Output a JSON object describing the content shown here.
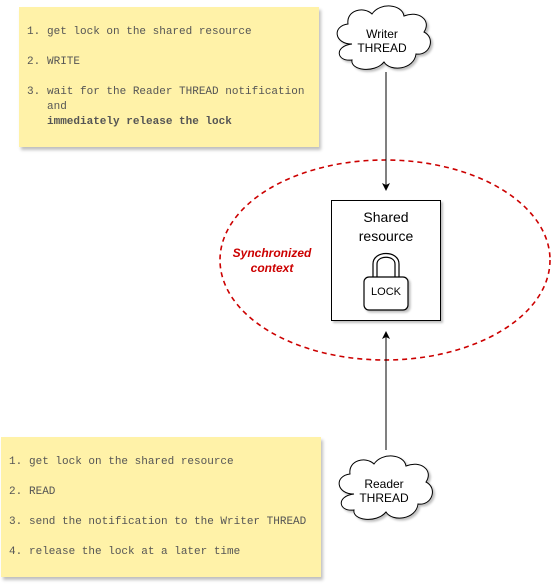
{
  "writer_note": {
    "items": [
      {
        "num": "1.",
        "text": "get lock on the shared resource",
        "bold_text": ""
      },
      {
        "num": "2.",
        "text": "WRITE",
        "bold_text": ""
      },
      {
        "num": "3.",
        "text": "wait for the Reader THREAD notification and",
        "bold_text": "immediately release the lock"
      }
    ]
  },
  "reader_note": {
    "items": [
      {
        "num": "1.",
        "text": "get lock on the shared resource"
      },
      {
        "num": "2.",
        "text": "READ"
      },
      {
        "num": "3.",
        "text": "send the notification to the Writer THREAD"
      },
      {
        "num": "4.",
        "text": "release the lock at a later time"
      }
    ]
  },
  "writer_thread": {
    "line1": "Writer",
    "line2": "THREAD"
  },
  "reader_thread": {
    "line1": "Reader",
    "line2": "THREAD"
  },
  "shared_resource": {
    "line1": "Shared",
    "line2": "resource",
    "lock_label": "LOCK"
  },
  "sync_context": {
    "line1": "Synchronized",
    "line2": "context"
  },
  "colors": {
    "note_fill": "#fff2a8",
    "sync_border": "#cc0000",
    "arrow": "#000000"
  }
}
